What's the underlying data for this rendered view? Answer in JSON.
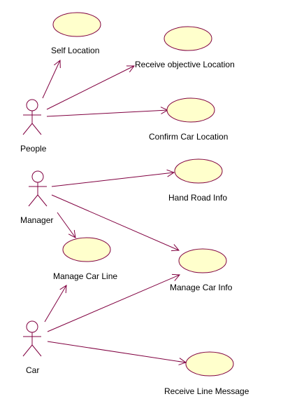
{
  "colors": {
    "line": "#800040",
    "ellipse_fill": "#ffffcc",
    "ellipse_stroke": "#800040",
    "actor_stroke": "#800040",
    "text": "#000000",
    "background": "#ffffff"
  },
  "actors": [
    {
      "id": "people",
      "name": "People"
    },
    {
      "id": "manager",
      "name": "Manager"
    },
    {
      "id": "car",
      "name": "Car"
    }
  ],
  "use_cases": [
    {
      "id": "self-location",
      "name": "Self Location"
    },
    {
      "id": "receive-objective-location",
      "name": "Receive objective Location"
    },
    {
      "id": "confirm-car-location",
      "name": "Confirm Car Location"
    },
    {
      "id": "hand-road-info",
      "name": "Hand Road Info"
    },
    {
      "id": "manage-car-line",
      "name": "Manage Car Line"
    },
    {
      "id": "manage-car-info",
      "name": "Manage Car Info"
    },
    {
      "id": "receive-line-message",
      "name": "Receive Line Message"
    }
  ],
  "associations": [
    {
      "from": "people",
      "to": "self-location"
    },
    {
      "from": "people",
      "to": "receive-objective-location"
    },
    {
      "from": "people",
      "to": "confirm-car-location"
    },
    {
      "from": "manager",
      "to": "hand-road-info"
    },
    {
      "from": "manager",
      "to": "manage-car-line"
    },
    {
      "from": "manager",
      "to": "manage-car-info"
    },
    {
      "from": "car",
      "to": "manage-car-line"
    },
    {
      "from": "car",
      "to": "manage-car-info"
    },
    {
      "from": "car",
      "to": "receive-line-message"
    }
  ]
}
